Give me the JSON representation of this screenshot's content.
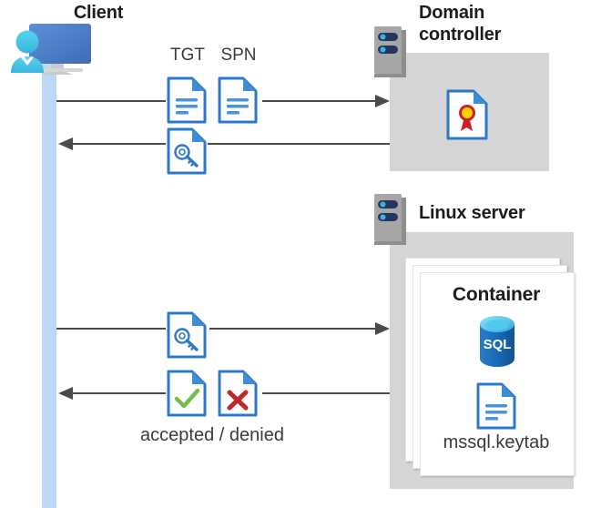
{
  "diagram": {
    "title_client": "Client",
    "title_domain_controller": "Domain\ncontroller",
    "domain_controller_line1": "Domain",
    "domain_controller_line2": "controller",
    "title_linux_server": "Linux server",
    "title_container": "Container",
    "label_tgt": "TGT",
    "label_spn": "SPN",
    "label_keytab": "mssql.keytab",
    "label_result": "accepted / denied"
  },
  "icons": {
    "client": "client-workstation-user-icon",
    "server_rack": "server-rack-icon",
    "certificate": "certificate-document-icon",
    "ticket_doc": "text-document-icon",
    "key_doc": "key-document-icon",
    "check_doc": "approved-document-icon",
    "deny_doc": "denied-document-icon",
    "sql_db": "sql-database-icon",
    "keytab_doc": "keytab-document-icon"
  },
  "flows": [
    {
      "id": "flow-request-tgt-spn",
      "direction": "right",
      "from": "client",
      "to": "domain-controller"
    },
    {
      "id": "flow-return-ticket",
      "direction": "left",
      "from": "domain-controller",
      "to": "client"
    },
    {
      "id": "flow-present-ticket",
      "direction": "right",
      "from": "client",
      "to": "linux-server"
    },
    {
      "id": "flow-auth-result",
      "direction": "left",
      "from": "linux-server",
      "to": "client"
    }
  ],
  "colors": {
    "host_box": "#d5d5d5",
    "lifeline": "#bcd8f7",
    "line": "#4a4a4a",
    "doc_blue": "#2e79c7",
    "doc_fold": "#3d8ddb",
    "accent_cyan": "#43c6ea",
    "monitor_blue": "#4a79c4",
    "sql_blue": "#1e6cb5",
    "check_green": "#6fc04a",
    "deny_red": "#c0272d",
    "cert_red": "#cc2027",
    "cert_yellow": "#ffd100",
    "server_gray": "#9a9a9a",
    "server_navy": "#26355e",
    "text_dark": "#1c1c1c",
    "text_body": "#3b3b3b"
  }
}
